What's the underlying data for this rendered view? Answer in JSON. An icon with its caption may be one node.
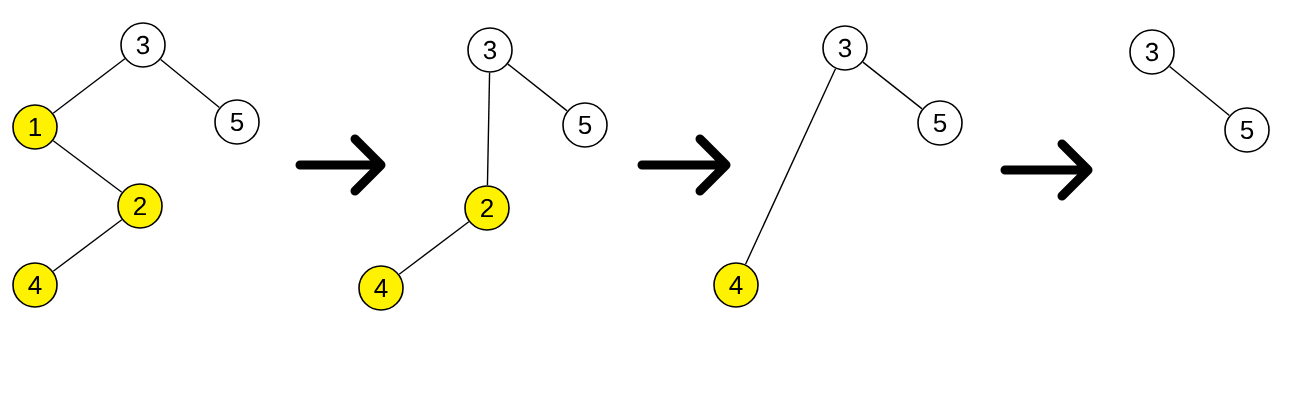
{
  "diagram": {
    "nodes": [
      {
        "text": [
          "3"
        ]
      },
      {
        "text": [
          "1"
        ]
      },
      {
        "text": [
          "5"
        ]
      },
      {
        "text": [
          "2"
        ]
      },
      {
        "text": [
          "4"
        ]
      },
      {
        "text": [
          "3"
        ]
      },
      {
        "text": [
          "5"
        ]
      },
      {
        "text": [
          "2"
        ]
      },
      {
        "text": [
          "4"
        ]
      },
      {
        "text": [
          "3"
        ]
      },
      {
        "text": [
          "5"
        ]
      },
      {
        "text": [
          "4"
        ]
      },
      {
        "text": [
          "3"
        ]
      },
      {
        "text": [
          "5"
        ]
      }
    ],
    "edges": [
      {
        "from": 0,
        "to": 1,
        "arrow": "none"
      },
      {
        "from": 0,
        "to": 2,
        "arrow": "none"
      },
      {
        "from": 1,
        "to": 3,
        "arrow": "none"
      },
      {
        "from": 3,
        "to": 4,
        "arrow": "none"
      },
      {
        "from": 5,
        "to": 6,
        "arrow": "none"
      },
      {
        "from": 5,
        "to": 7,
        "arrow": "none"
      },
      {
        "from": 7,
        "to": 8,
        "arrow": "none"
      },
      {
        "from": 9,
        "to": 10,
        "arrow": "none"
      },
      {
        "from": 9,
        "to": 11,
        "arrow": "none"
      },
      {
        "from": 12,
        "to": 13,
        "arrow": "none"
      }
    ]
  }
}
